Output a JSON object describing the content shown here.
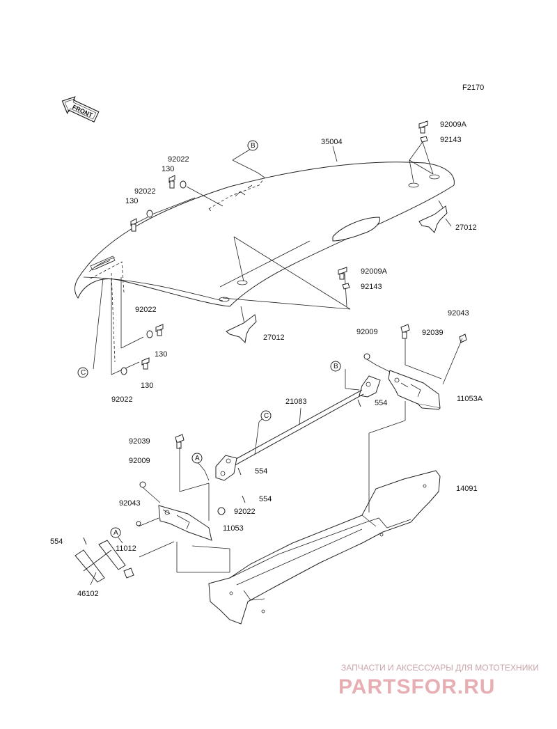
{
  "figure_code": "F2170",
  "front_label": "FRONT",
  "part_numbers": {
    "p35004": "35004",
    "p92009A_top": "92009A",
    "p92143_top": "92143",
    "p27012_right": "27012",
    "p92022_a": "92022",
    "p130_a": "130",
    "p92022_b": "92022",
    "p130_b": "130",
    "p92009A_mid": "92009A",
    "p92143_mid": "92143",
    "p27012_mid": "27012",
    "p92022_c": "92022",
    "p130_c": "130",
    "p130_d": "130",
    "p92022_d": "92022",
    "p92043_right": "92043",
    "p92009_right": "92009",
    "p92039_right": "92039",
    "p11053A": "11053A",
    "p554_right": "554",
    "p21083": "21083",
    "p92039_left": "92039",
    "p554_mid": "554",
    "p92009_left": "92009",
    "p554_lower": "554",
    "p92022_e": "92022",
    "p92043_left": "92043",
    "p11053": "11053",
    "p14091": "14091",
    "p554_left": "554",
    "p11012": "11012",
    "p46102": "46102"
  },
  "ref_markers": {
    "b_top": "B",
    "c_left": "C",
    "b_mid": "B",
    "c_mid": "C",
    "a_mid": "A",
    "a_left": "A"
  },
  "watermark": {
    "line1": "ЗАПЧАСТИ И АКСЕССУАРЫ ДЛЯ МОТОТЕХНИКИ",
    "line2": "PARTSFOR.RU"
  }
}
